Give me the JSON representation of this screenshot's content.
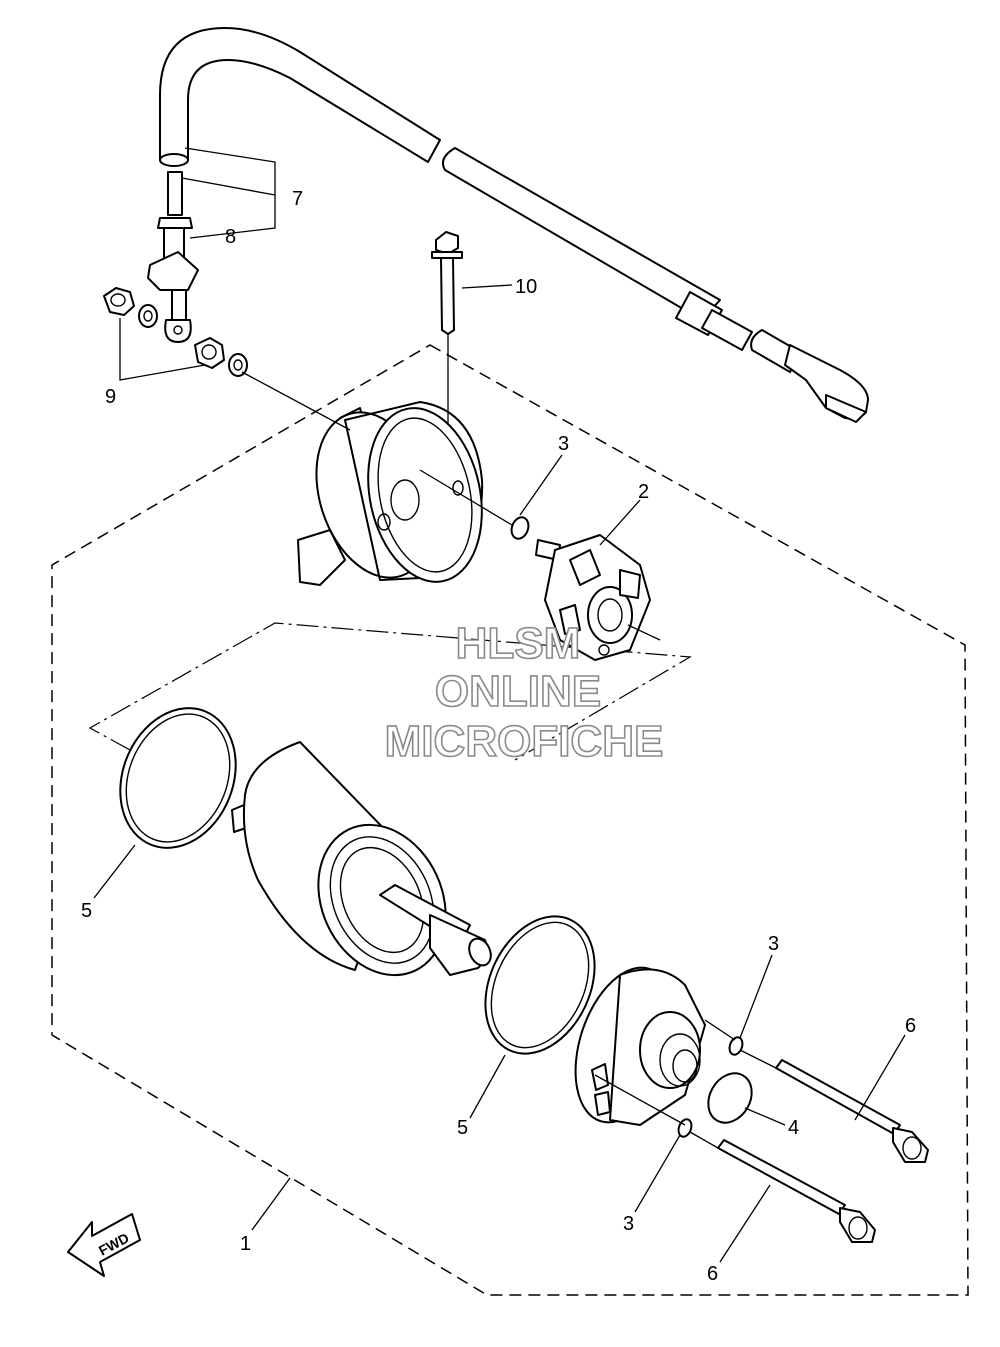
{
  "callouts": {
    "c1": "1",
    "c2": "2",
    "c3a": "3",
    "c3b": "3",
    "c3c": "3",
    "c4": "4",
    "c5a": "5",
    "c5b": "5",
    "c6a": "6",
    "c6b": "6",
    "c7": "7",
    "c8": "8",
    "c9": "9",
    "c10": "10"
  },
  "watermark": {
    "line1": "HLSM",
    "line2": "ONLINE",
    "line3": "MICROFICHE"
  },
  "fwd_label": "FWD",
  "colors": {
    "ink": "#000000",
    "watermark_outline": "#8a8a8a",
    "background": "#ffffff"
  }
}
